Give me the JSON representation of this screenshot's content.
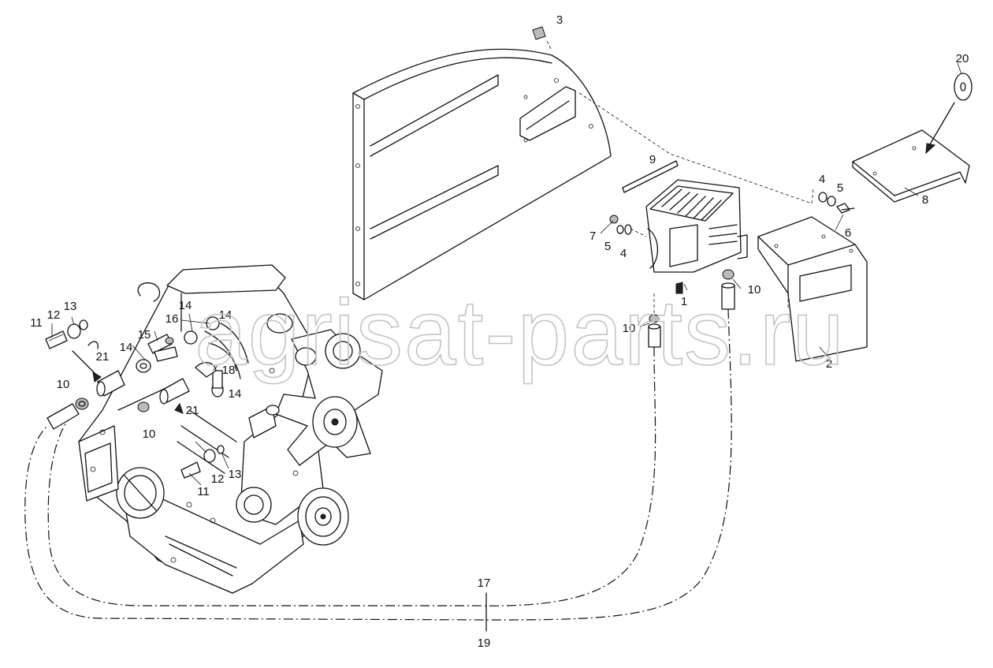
{
  "watermark": "agrisat-parts.ru",
  "callouts": [
    "1",
    "2",
    "3",
    "4",
    "4",
    "5",
    "5",
    "6",
    "7",
    "8",
    "9",
    "10",
    "10",
    "10",
    "10",
    "11",
    "11",
    "12",
    "12",
    "13",
    "13",
    "14",
    "14",
    "14",
    "14",
    "15",
    "16",
    "17",
    "18",
    "19",
    "20",
    "21",
    "21"
  ]
}
